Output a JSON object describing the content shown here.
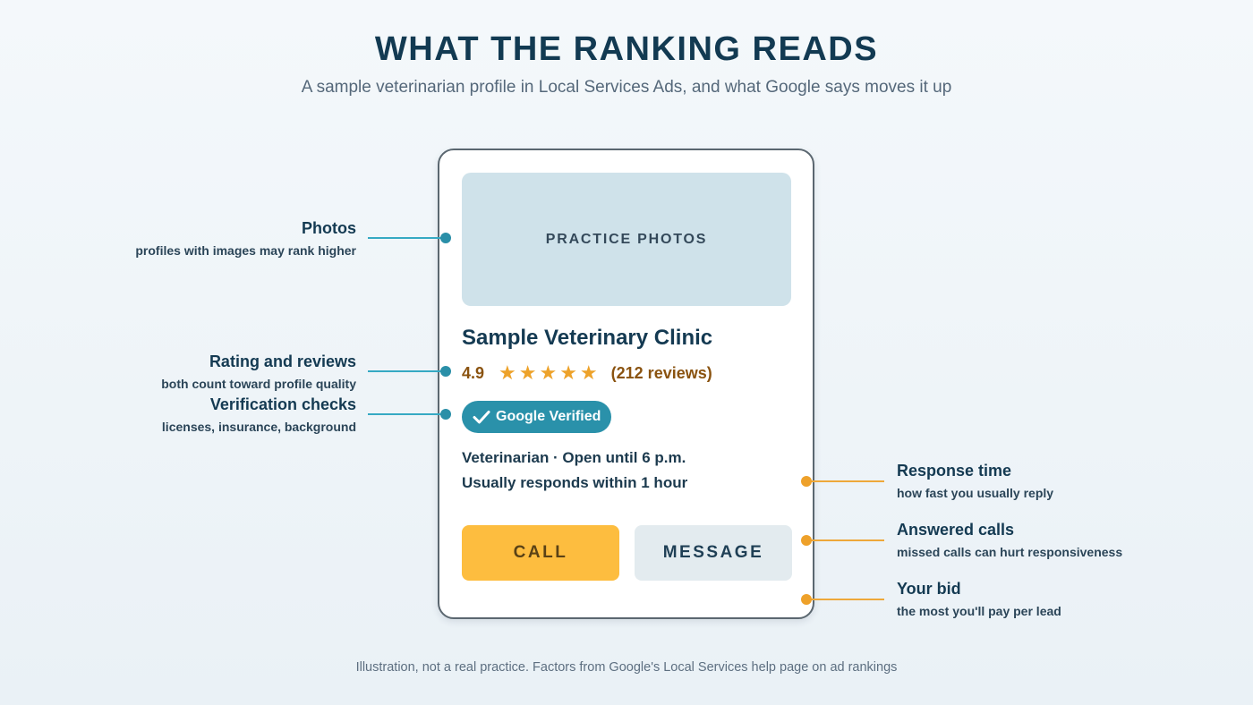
{
  "header": {
    "title": "WHAT THE RANKING READS",
    "subtitle": "A sample veterinarian profile in Local Services Ads, and what Google says moves it up"
  },
  "card": {
    "photo_label": "PRACTICE PHOTOS",
    "clinic_name": "Sample Veterinary Clinic",
    "rating": "4.9",
    "stars": "★★★★★",
    "reviews": "(212 reviews)",
    "badge": "Google Verified",
    "meta_line1": "Veterinarian · Open until 6 p.m.",
    "meta_line2": "Usually responds within 1 hour",
    "call_label": "CALL",
    "message_label": "MESSAGE"
  },
  "annotations_left": [
    {
      "label": "Photos",
      "sub": "profiles with images may rank higher"
    },
    {
      "label": "Rating and reviews",
      "sub": "both count toward profile quality"
    },
    {
      "label": "Verification checks",
      "sub": "licenses, insurance, background"
    }
  ],
  "annotations_right": [
    {
      "label": "Response time",
      "sub": "how fast you usually reply"
    },
    {
      "label": "Answered calls",
      "sub": "missed calls can hurt responsiveness"
    },
    {
      "label": "Your bid",
      "sub": "the most you'll pay per lead"
    }
  ],
  "footer": "Illustration, not a real practice. Factors from Google's Local Services help page on ad rankings",
  "colors": {
    "accent_teal": "#2a91aa",
    "accent_orange": "#eea12a",
    "call_button": "#fdbd3f",
    "title": "#123a52"
  }
}
